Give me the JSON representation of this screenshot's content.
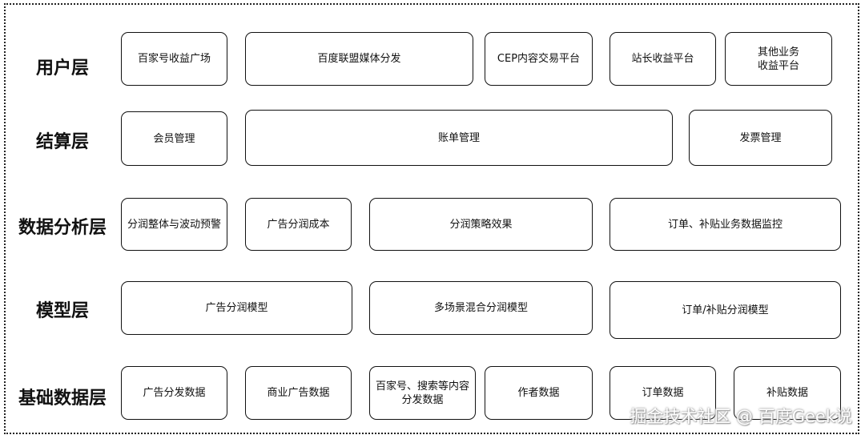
{
  "layers": {
    "user": {
      "label": "用户层",
      "boxes": [
        "百家号收益广场",
        "百度联盟媒体分发",
        "CEP内容交易平台",
        "站长收益平台",
        "其他业务\n收益平台"
      ]
    },
    "settlement": {
      "label": "结算层",
      "boxes": [
        "会员管理",
        "账单管理",
        "发票管理"
      ]
    },
    "analysis": {
      "label": "数据分析层",
      "boxes": [
        "分润整体与波动预警",
        "广告分润成本",
        "分润策略效果",
        "订单、补贴业务数据监控"
      ]
    },
    "model": {
      "label": "模型层",
      "boxes": [
        "广告分润模型",
        "多场景混合分润模型",
        "订单/补贴分润模型"
      ]
    },
    "base": {
      "label": "基础数据层",
      "boxes": [
        "广告分发数据",
        "商业广告数据",
        "百家号、搜索等内容\n分发数据",
        "作者数据",
        "订单数据",
        "补贴数据"
      ]
    }
  },
  "watermark": "掘金技术社区 @ 百度Geek说"
}
